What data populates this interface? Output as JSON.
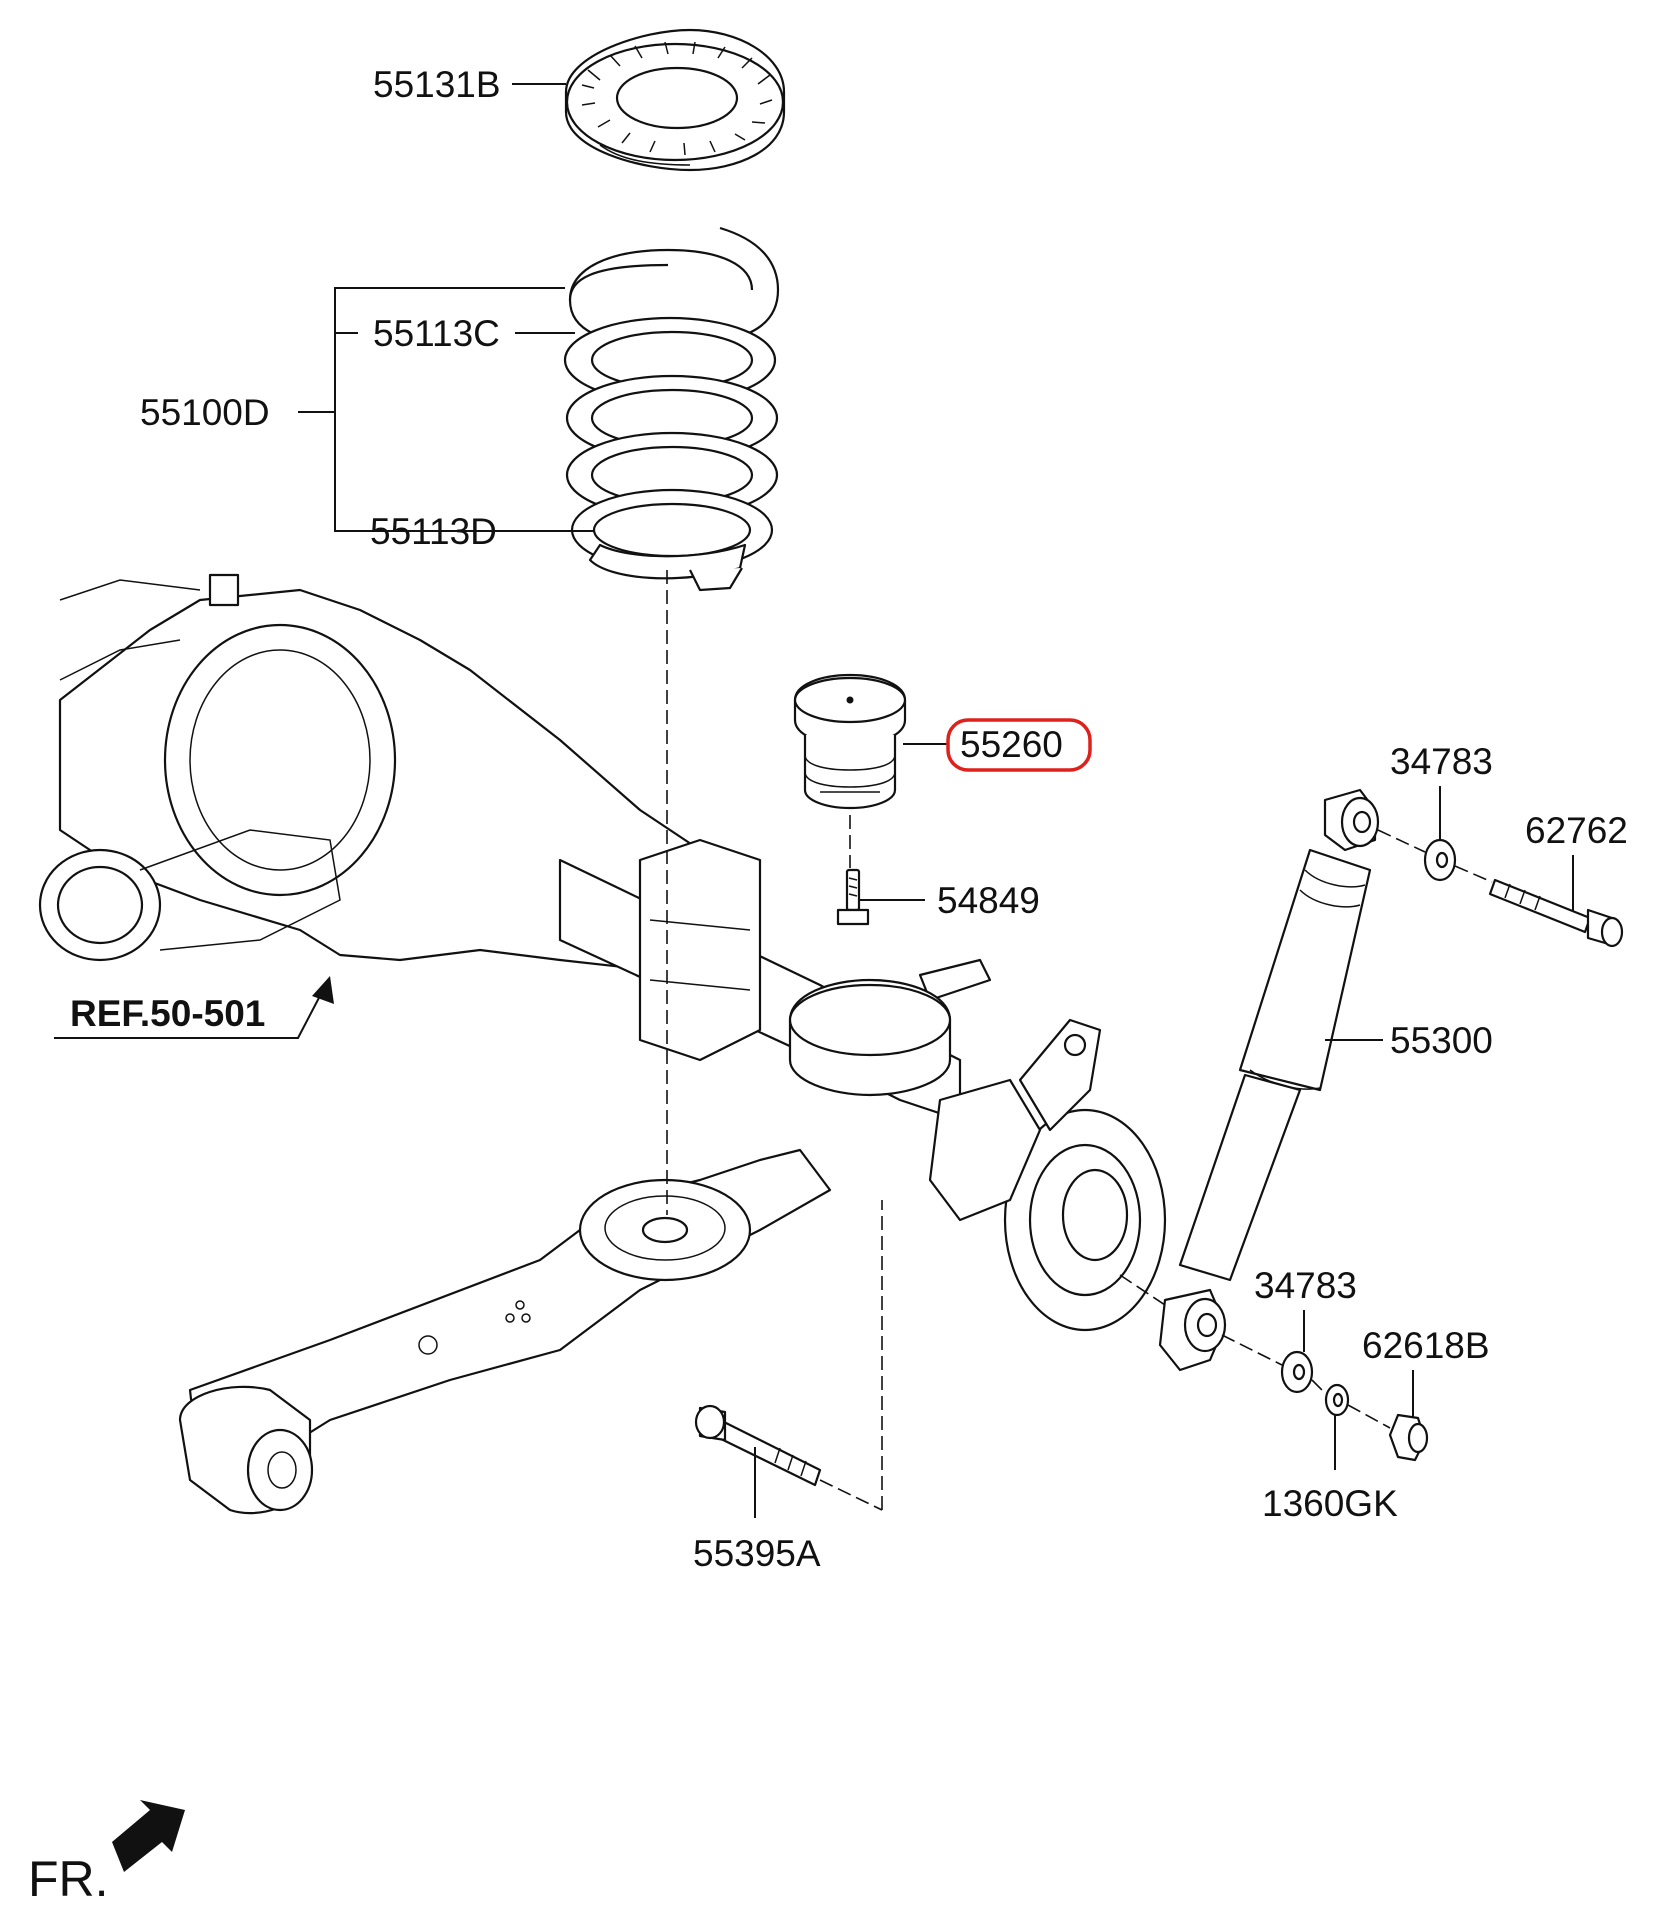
{
  "labels": {
    "spring_pad": "55131B",
    "spring_assy": "55100D",
    "spring_upper": "55113C",
    "spring_lower": "55113D",
    "bump_stopper": "55260",
    "stopper_bolt": "54849",
    "washer_upper": "34783",
    "bolt_upper": "62762",
    "shock_absorber": "55300",
    "washer_lower": "34783",
    "nut_lower": "62618B",
    "spring_washer": "1360GK",
    "arm_bolt": "55395A",
    "reference": "REF.50-501",
    "front_indicator": "FR."
  },
  "highlight_color": "#e0201b"
}
